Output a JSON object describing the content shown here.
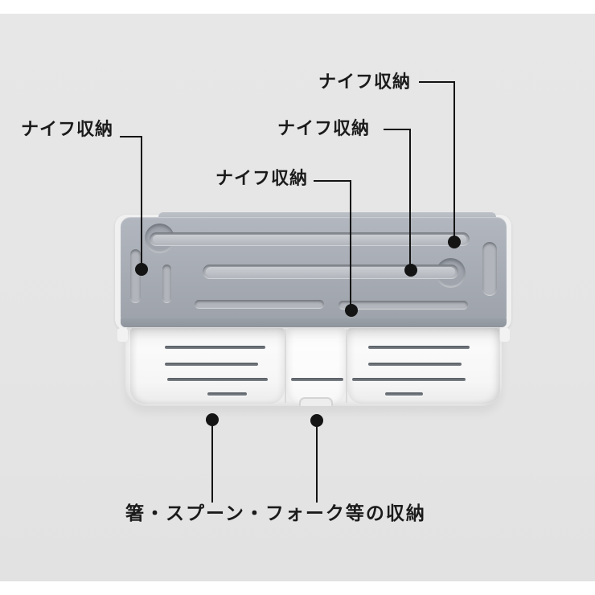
{
  "colors": {
    "page_bg": "#ffffff",
    "photo_bg": "#e6e6e6",
    "panel_gray": "#a7acb4",
    "panel_gray_dark": "#8f949c",
    "slot_edge": "#878c94",
    "slot_highlight": "#c9ccd1",
    "basket_white": "#f8f8f8",
    "vent_dark": "#5f646b",
    "annotation_black": "#141414"
  },
  "annotations": [
    {
      "id": "knife-top",
      "text": "ナイフ収納"
    },
    {
      "id": "knife-mid-right",
      "text": "ナイフ収納"
    },
    {
      "id": "knife-mid-left",
      "text": "ナイフ収納"
    },
    {
      "id": "knife-left",
      "text": "ナイフ収納"
    },
    {
      "id": "utensil-bottom",
      "text": "箸・スプーン・フォーク等の収納"
    }
  ]
}
